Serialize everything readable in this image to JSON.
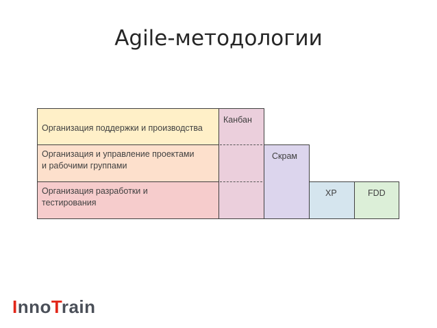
{
  "title": "Agile-методологии",
  "rows": [
    {
      "label": "Организация поддержки и производства",
      "color": "#fff0c8"
    },
    {
      "line1": "Организация и управление проектами",
      "line2": "и рабочими группами",
      "color": "#fde0cc"
    },
    {
      "line1": "Организация разработки и",
      "line2": "тестирования",
      "color": "#f6cccc"
    }
  ],
  "methods": [
    {
      "name": "Канбан",
      "color": "#ebcfdc"
    },
    {
      "name": "Скрам",
      "color": "#dcd5ed"
    },
    {
      "name": "XP",
      "color": "#d5e5ee"
    },
    {
      "name": "FDD",
      "color": "#dcefd8"
    }
  ],
  "logo": {
    "part1": "I",
    "part2": "nno",
    "part3": "T",
    "part4": "rain"
  }
}
